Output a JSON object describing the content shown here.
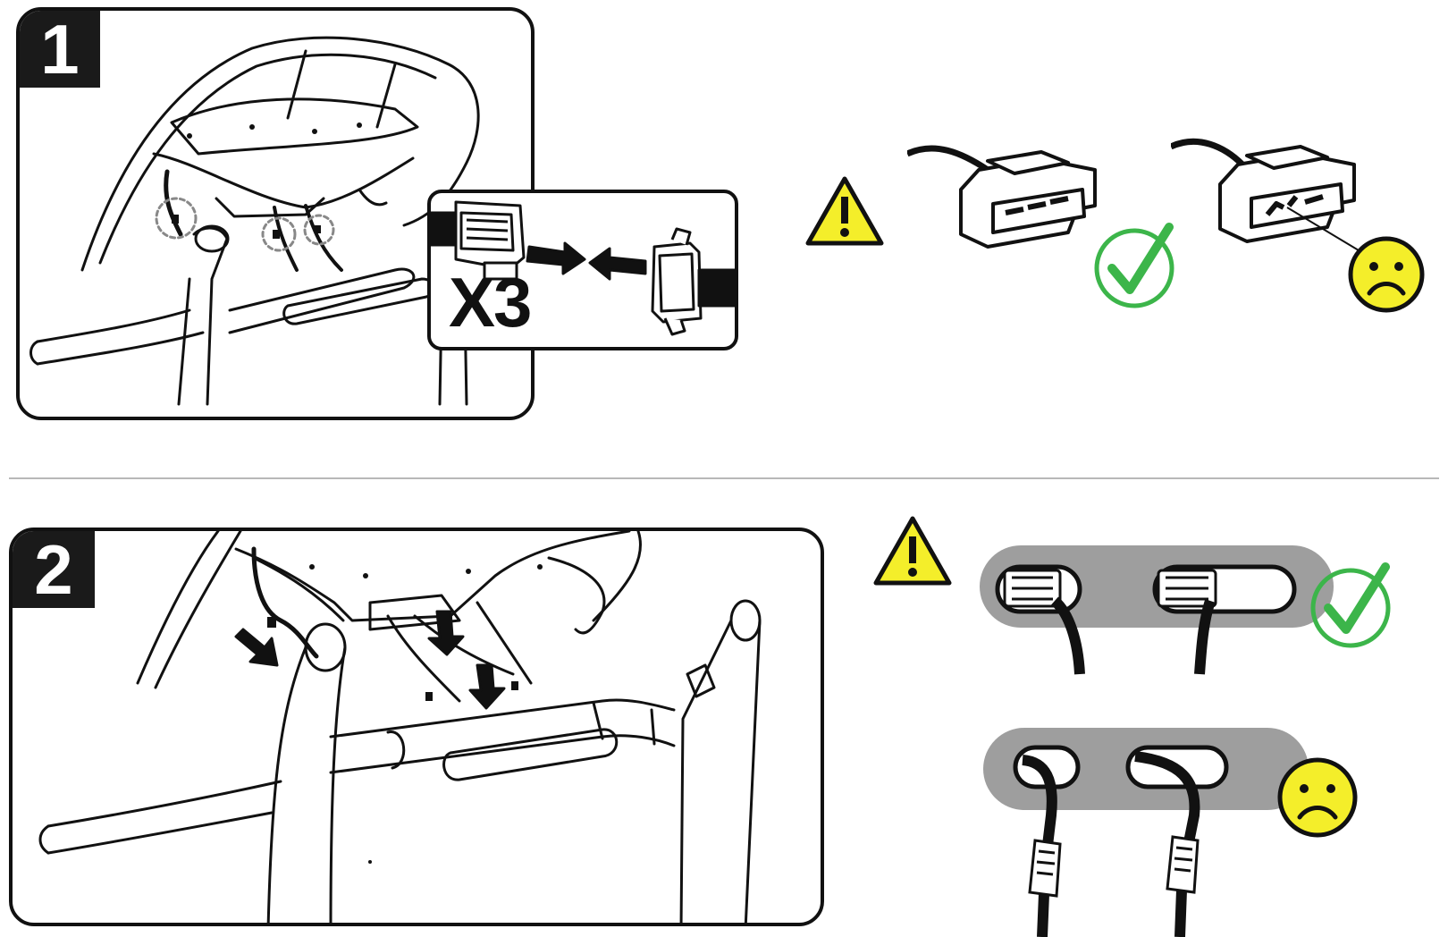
{
  "steps": [
    {
      "number": "1"
    },
    {
      "number": "2"
    }
  ],
  "inset": {
    "label": "X3"
  },
  "colors": {
    "warning_fill": "#f4ee2a",
    "ok_green": "#3cb54a",
    "sad_fill": "#f4ee2a",
    "dark": "#111111",
    "tray_gray": "#9e9e9e"
  },
  "icons": {
    "warning": "warning-triangle-icon",
    "correct": "green-check-icon",
    "incorrect": "sad-face-icon"
  }
}
